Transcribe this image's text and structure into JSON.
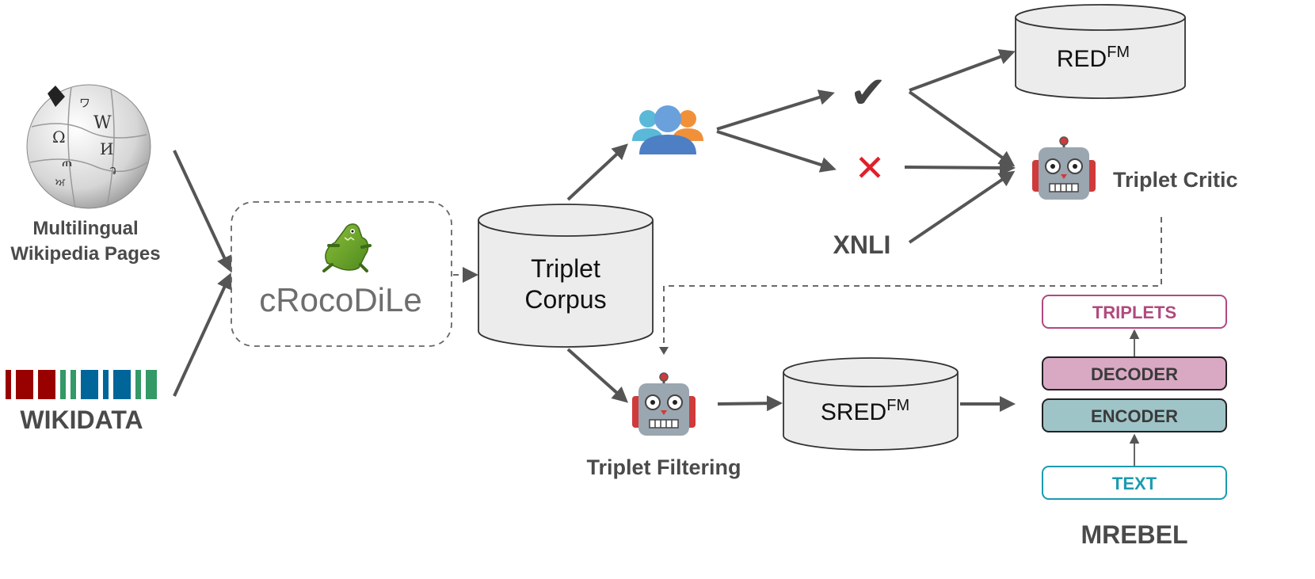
{
  "sources": {
    "wikipedia_label_line1": "Multilingual",
    "wikipedia_label_line2": "Wikipedia Pages",
    "wikidata_label": "WIKIDATA"
  },
  "crocodile": {
    "label": "cRocoDiLe"
  },
  "triplet_corpus": {
    "line1": "Triplet",
    "line2": "Corpus"
  },
  "outcomes": {
    "check_symbol": "✔",
    "cross_symbol": "✕",
    "xnli_label": "XNLI"
  },
  "red_fm": {
    "base": "RED",
    "sup": "FM"
  },
  "sred_fm": {
    "base": "SRED",
    "sup": "FM"
  },
  "critic": {
    "label": "Triplet Critic"
  },
  "filtering": {
    "label": "Triplet Filtering"
  },
  "mrebel": {
    "title": "MREBEL",
    "triplets_label": "TRIPLETS",
    "decoder_label": "DECODER",
    "encoder_label": "ENCODER",
    "text_label": "TEXT"
  },
  "colors": {
    "arrow": "#555555",
    "triplets_text": "#b04a7e",
    "triplets_border": "#b04a7e",
    "decoder_fill": "#d9a9c4",
    "encoder_fill": "#9fc4c8",
    "text_label": "#1a9bb0",
    "text_border": "#1a9bb0",
    "cylinder_fill": "#ececec",
    "check": "#444444",
    "cross": "#e0202a",
    "robot_body": "#9aa6b0",
    "robot_ears": "#d03a3a",
    "wikidata_red": "#990000",
    "wikidata_green": "#339966",
    "wikidata_blue": "#006699"
  },
  "icons": {
    "wikipedia": "wikipedia-globe-icon",
    "wikidata": "wikidata-barcode-icon",
    "crocodile": "crocodile-icon",
    "people": "people-group-icon",
    "robot": "robot-icon",
    "check": "check-mark-icon",
    "cross": "cross-mark-icon"
  }
}
